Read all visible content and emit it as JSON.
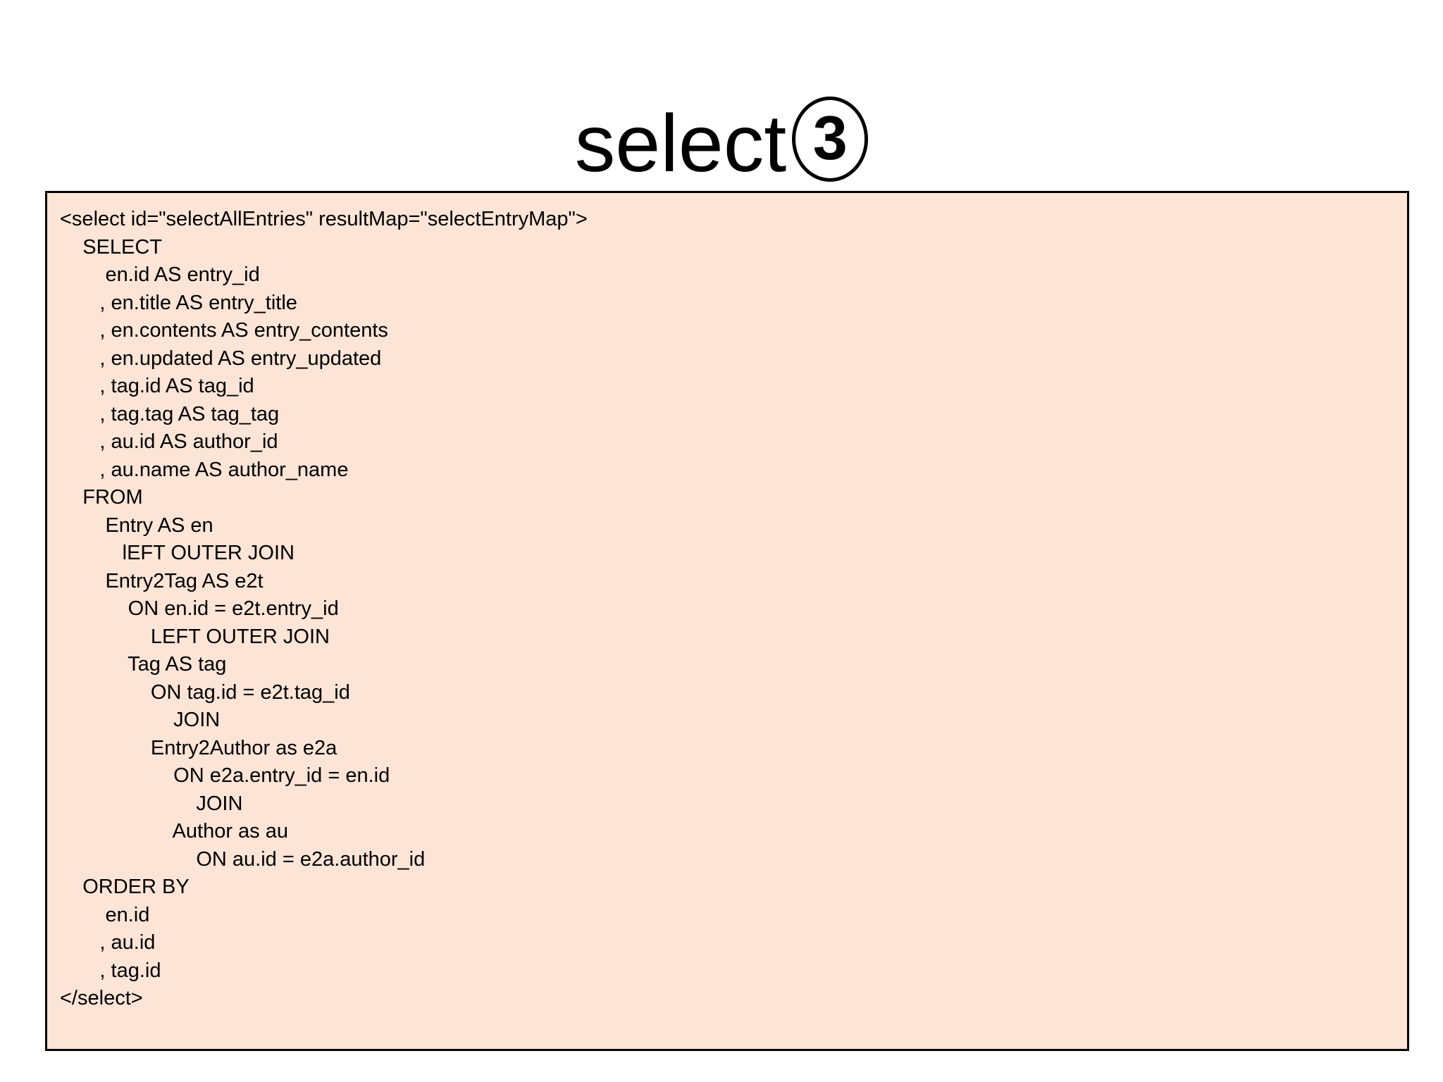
{
  "colors": {
    "page-bg": "#ffffff",
    "box-fill": "#fce4d6",
    "box-border": "#000000",
    "text": "#000000"
  },
  "slide": {
    "title": {
      "text": "select",
      "badge": "3"
    },
    "code": {
      "lines": [
        "<select id=\"selectAllEntries\" resultMap=\"selectEntryMap\">",
        "    SELECT",
        "        en.id AS entry_id",
        "       , en.title AS entry_title",
        "       , en.contents AS entry_contents",
        "       , en.updated AS entry_updated",
        "       , tag.id AS tag_id",
        "       , tag.tag AS tag_tag",
        "       , au.id AS author_id",
        "       , au.name AS author_name",
        "    FROM",
        "        Entry AS en",
        "           lEFT OUTER JOIN",
        "        Entry2Tag AS e2t",
        "            ON en.id = e2t.entry_id",
        "                LEFT OUTER JOIN",
        "            Tag AS tag",
        "                ON tag.id = e2t.tag_id",
        "                    JOIN",
        "                Entry2Author as e2a",
        "                    ON e2a.entry_id = en.id",
        "                        JOIN",
        "                    Author as au",
        "                        ON au.id = e2a.author_id",
        "    ORDER BY",
        "        en.id",
        "       , au.id",
        "       , tag.id",
        "</select>"
      ]
    }
  }
}
